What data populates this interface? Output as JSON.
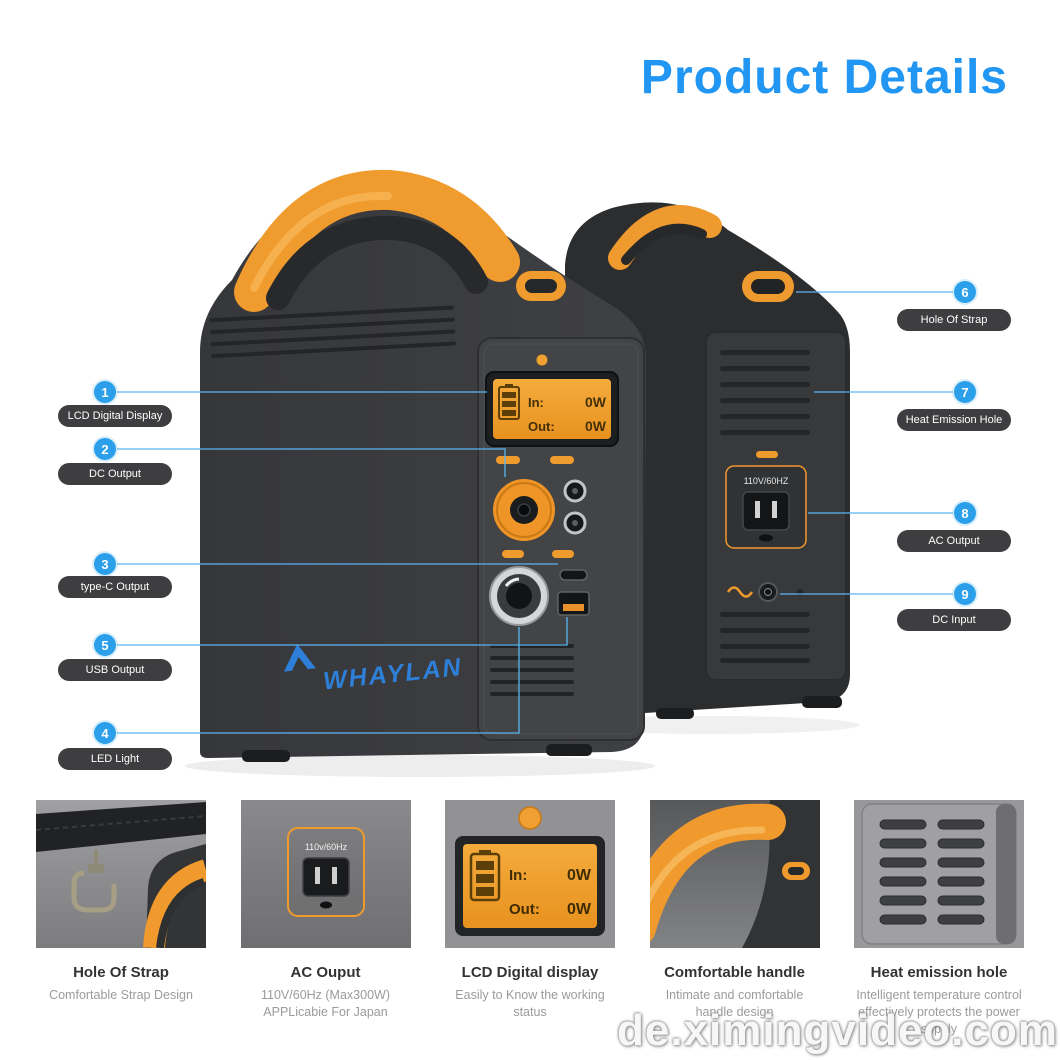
{
  "page": {
    "title": "Product Details",
    "watermark": "de.ximingvideo.com",
    "accent_blue": "#2196f3",
    "accent_orange": "#f09a2e",
    "label_pill_color": "#3e3e40"
  },
  "product": {
    "brand": "WHAYLAN",
    "lcd": {
      "in_label": "In:",
      "in_value": "0W",
      "out_label": "Out:",
      "out_value": "0W"
    },
    "ac_panel_label": "110V/60HZ"
  },
  "callouts": [
    {
      "num": "1",
      "label": "LCD Digital Display"
    },
    {
      "num": "2",
      "label": "DC Output"
    },
    {
      "num": "3",
      "label": "type-C Output"
    },
    {
      "num": "5",
      "label": "USB Output"
    },
    {
      "num": "4",
      "label": "LED Light"
    },
    {
      "num": "6",
      "label": "Hole Of Strap"
    },
    {
      "num": "7",
      "label": "Heat Emission Hole"
    },
    {
      "num": "8",
      "label": "AC Output"
    },
    {
      "num": "9",
      "label": "DC Input"
    }
  ],
  "features": [
    {
      "title": "Hole Of Strap",
      "desc": "Comfortable Strap Design"
    },
    {
      "title": "AC Ouput",
      "desc": "110V/60Hz (Max300W) APPLicabie For Japan",
      "overlay": "110v/60Hz"
    },
    {
      "title": "LCD Digital display",
      "desc": "Easily to Know the working status"
    },
    {
      "title": "Comfortable handle",
      "desc": "Intimate and comfortable handle design"
    },
    {
      "title": "Heat emission hole",
      "desc": "Intelligent temperature control effectively protects the power supply"
    }
  ]
}
